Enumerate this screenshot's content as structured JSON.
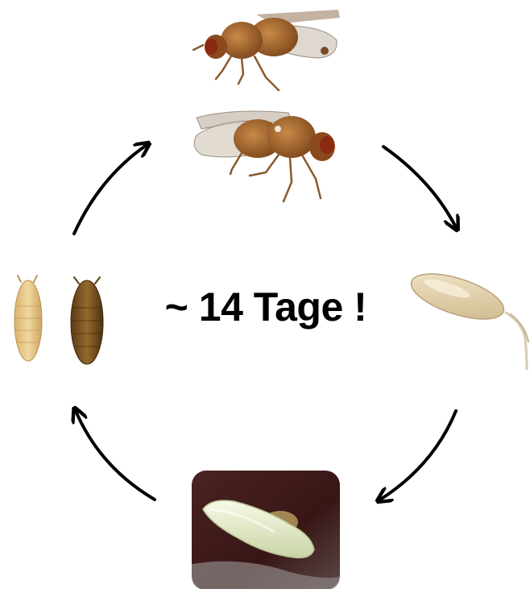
{
  "cycle": {
    "duration_label": "~ 14 Tage !",
    "stages": [
      {
        "name": "adult-flies",
        "icon": "fruit-fly-icon"
      },
      {
        "name": "egg",
        "icon": "egg-icon"
      },
      {
        "name": "larva",
        "icon": "larva-icon"
      },
      {
        "name": "pupae",
        "icon": "pupa-icon"
      }
    ],
    "colors": {
      "arrow": "#000000",
      "fly_body": "#9a5a22",
      "fly_eye": "#8a2a10",
      "egg": "#e6d6b2",
      "larva": "#eef2d4",
      "larva_background": "#3e1c1c",
      "pupa_light": "#e4c283",
      "pupa_dark": "#6f4a1c"
    }
  }
}
